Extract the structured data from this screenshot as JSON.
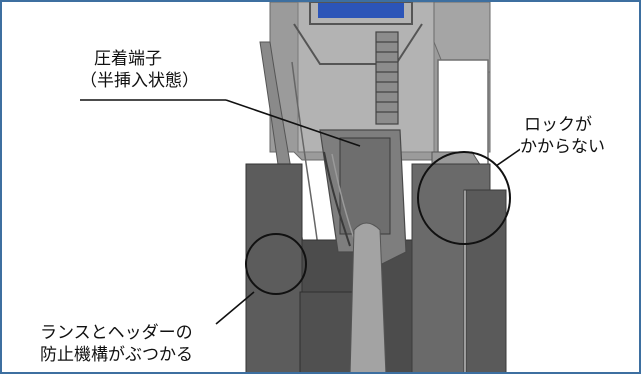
{
  "annotations": {
    "crimp_terminal": {
      "line1": "圧着端子",
      "line2": "（半挿入状態）"
    },
    "lock": {
      "line1": "ロックが",
      "line2": "かからない"
    },
    "lance_header": {
      "line1": "ランスとヘッダーの",
      "line2": "防止機構がぶつかる"
    }
  },
  "colors": {
    "frame": "#3d6fa0",
    "housing_light": "#a9a9a9",
    "housing_mid": "#8a8a8a",
    "housing_dark": "#5f5f5f",
    "housing_darker": "#4e4e4e",
    "highlight_circle": "#111111",
    "blue_seal": "#2c55b8"
  }
}
